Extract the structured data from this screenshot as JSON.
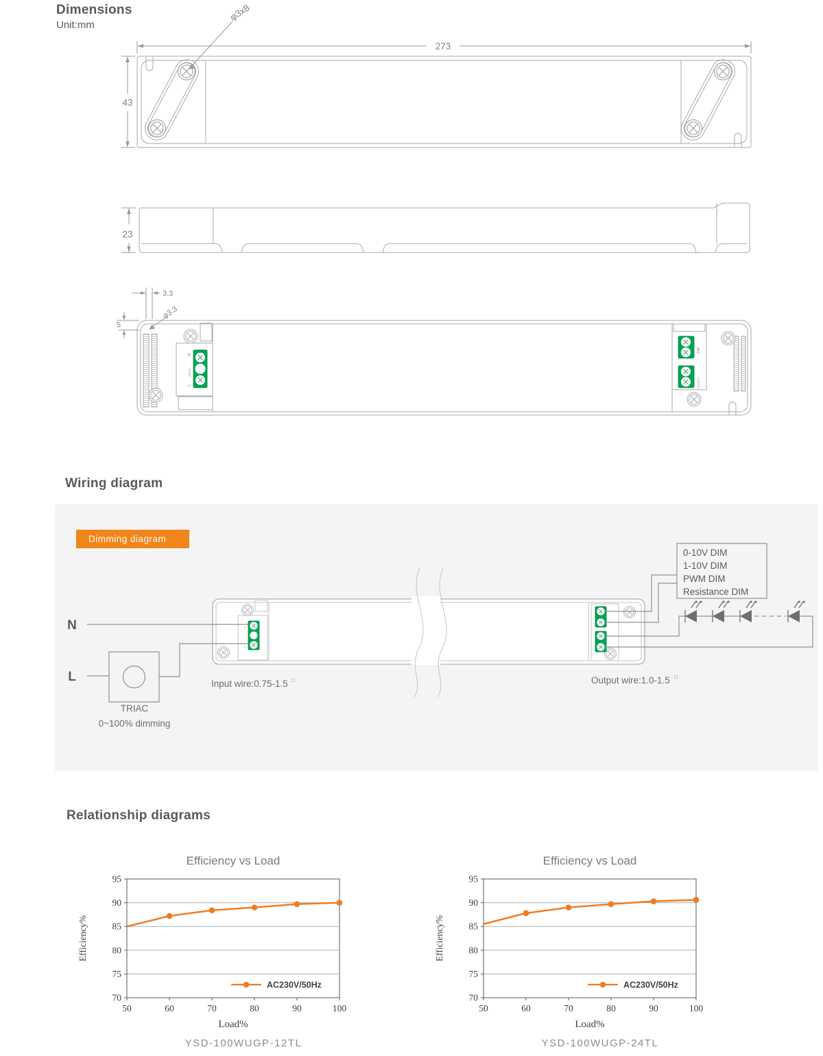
{
  "sections": {
    "dimensions": "Dimensions",
    "unit": "Unit:mm",
    "wiring": "Wiring diagram",
    "relationship": "Relationship diagrams"
  },
  "drawing": {
    "hole_label": "φ3x8",
    "len": "273",
    "width": "43",
    "height": "23",
    "slot_w": "3.3",
    "slot_d": "φ3.3",
    "edge": "5",
    "in_terminal": {
      "n": "N",
      "mid": "INPUT",
      "l": "L"
    },
    "out_terminal": {
      "dim": "DIM",
      "out": "OUTPUT"
    }
  },
  "wiring": {
    "badge": "Dimming diagram",
    "n": "N",
    "l": "L",
    "triac": "TRIAC",
    "triac_range": "0~100% dimming",
    "input_wire": "Input wire:0.75-1.5",
    "output_wire": "Output wire:1.0-1.5",
    "sup": "□",
    "dim_modes": [
      "0-10V DIM",
      "1-10V DIM",
      "PWM DIM",
      "Resistance DIM"
    ]
  },
  "colors": {
    "accent_orange": "#F08519",
    "chart_line": "#F07C22",
    "terminal_green": "#00A551",
    "heading_gray": "#58595B"
  },
  "chart_data": [
    {
      "type": "line",
      "title": "Efficiency vs Load",
      "xlabel": "Load%",
      "ylabel": "Efficiency%",
      "x": [
        50,
        60,
        70,
        80,
        90,
        100
      ],
      "xlim": [
        50,
        100
      ],
      "ylim": [
        70,
        95
      ],
      "yticks": [
        70,
        75,
        80,
        85,
        90,
        95
      ],
      "gridlines": [
        75,
        80,
        85,
        90
      ],
      "grid": "horizontal",
      "legend_position": "inside-bottom-right",
      "series": [
        {
          "name": "AC230V/50Hz",
          "color": "#F07C22",
          "values": [
            85,
            87.2,
            88.4,
            89,
            89.7,
            90
          ]
        }
      ],
      "model": "YSD-100WUGP-12TL"
    },
    {
      "type": "line",
      "title": "Efficiency vs Load",
      "xlabel": "Load%",
      "ylabel": "Efficiency%",
      "x": [
        50,
        60,
        70,
        80,
        90,
        100
      ],
      "xlim": [
        50,
        100
      ],
      "ylim": [
        70,
        95
      ],
      "yticks": [
        70,
        75,
        80,
        85,
        90,
        95
      ],
      "gridlines": [
        75,
        80,
        85,
        90
      ],
      "grid": "horizontal",
      "legend_position": "inside-bottom-right",
      "series": [
        {
          "name": "AC230V/50Hz",
          "color": "#F07C22",
          "values": [
            85.5,
            87.8,
            89,
            89.7,
            90.3,
            90.6
          ]
        }
      ],
      "model": "YSD-100WUGP-24TL"
    }
  ]
}
